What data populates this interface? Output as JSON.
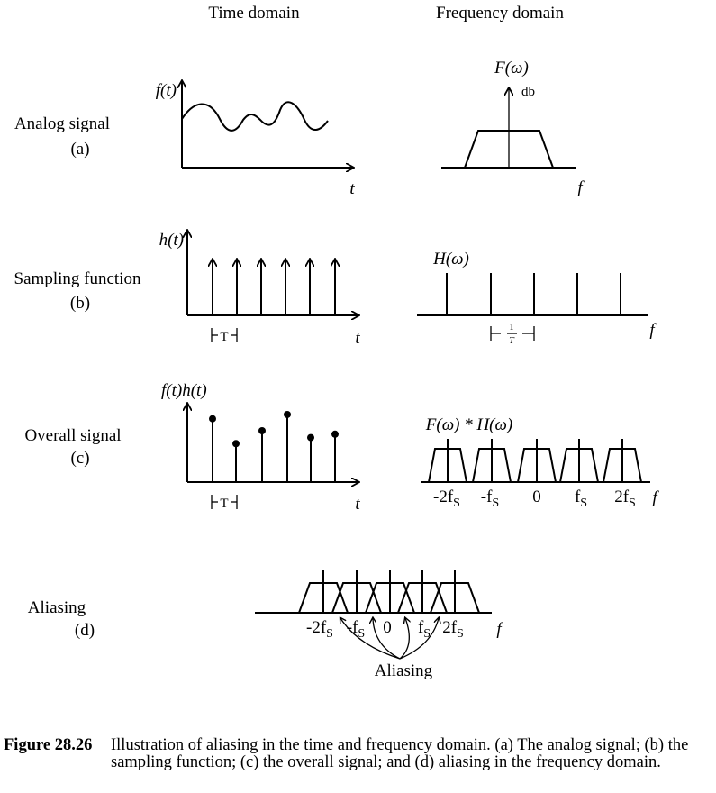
{
  "headers": {
    "time": "Time domain",
    "frequency": "Frequency domain"
  },
  "rows": {
    "a": {
      "name": "Analog signal",
      "letter": "(a)",
      "time_fn": "f(t)",
      "time_axis": "t",
      "freq_fn": "F(ω)",
      "freq_unit": "db",
      "freq_axis": "f"
    },
    "b": {
      "name": "Sampling function",
      "letter": "(b)",
      "time_fn": "h(t)",
      "time_axis": "t",
      "period": "T",
      "freq_fn": "H(ω)",
      "freq_axis": "f",
      "spacing_num": "1",
      "spacing_den": "T"
    },
    "c": {
      "name": "Overall signal",
      "letter": "(c)",
      "time_fn": "f(t)h(t)",
      "time_axis": "t",
      "period": "T",
      "freq_fn": "F(ω) * H(ω)",
      "freq_axis": "f",
      "ticks": [
        "-2fS",
        "-fS",
        "0",
        "fS",
        "2fS"
      ]
    },
    "d": {
      "name": "Aliasing",
      "letter": "(d)",
      "freq_axis": "f",
      "ticks": [
        "-2fS",
        "-fS",
        "0",
        "fS",
        "2fS"
      ],
      "note": "Aliasing"
    }
  },
  "caption": {
    "label": "Figure 28.26",
    "text": "Illustration of aliasing in the time and frequency domain.  (a) The analog signal; (b) the sampling function;  (c) the overall signal; and (d) aliasing in the frequency domain."
  },
  "sample_values": [
    0.74,
    0.45,
    0.6,
    0.79,
    0.52,
    0.56
  ]
}
